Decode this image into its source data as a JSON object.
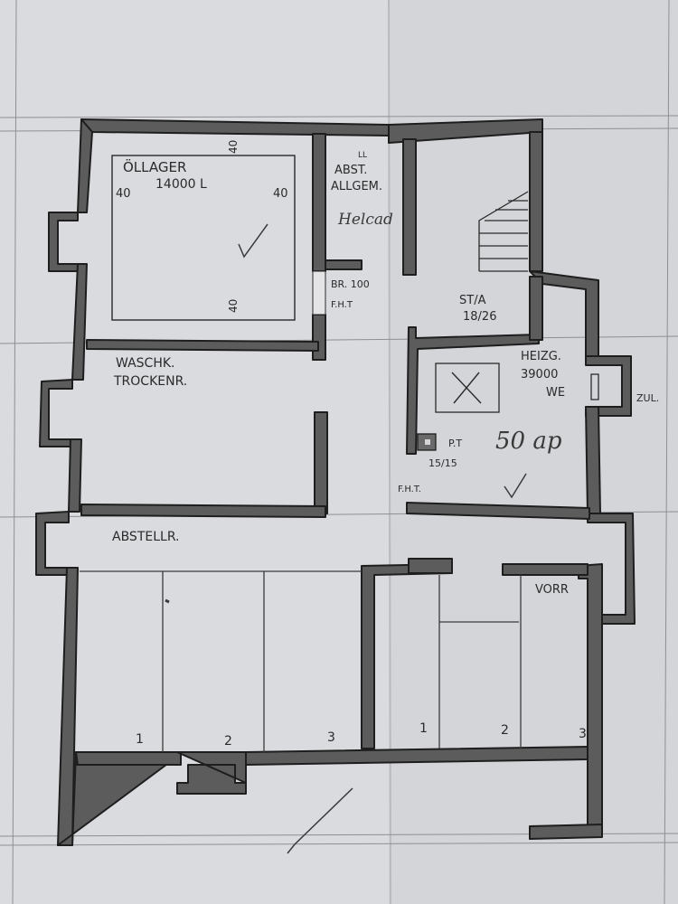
{
  "rooms": {
    "oil_storage": {
      "name": "ÖLLAGER",
      "capacity": "14000 L",
      "dim_left": "40",
      "dim_right": "40",
      "dim_top": "40",
      "dim_bottom": "40"
    },
    "general_storage": {
      "name_line1": "ABST.",
      "name_line2": "ALLGEM.",
      "handwritten": "Helcad",
      "marker": "LL"
    },
    "opening_note": {
      "line1": "BR. 100",
      "line2": "F.H.T"
    },
    "stairs": {
      "line1": "ST/A",
      "line2": "18/26"
    },
    "laundry": {
      "line1": "WASCHK.",
      "line2": "TROCKENR."
    },
    "boiler": {
      "line1": "HEIZG.",
      "line2": "39000",
      "line3": "WE",
      "chimney_line1": "P.T",
      "chimney_line2": "15/15",
      "handwritten": "50 ap",
      "vent": "ZUL."
    },
    "storage": {
      "name": "ABSTELLR."
    },
    "fht_label": "F.H.T.",
    "vorr": "VORR",
    "cubicles": [
      "1",
      "2",
      "3",
      "1",
      "2",
      "3"
    ]
  },
  "colors": {
    "wall_fill": "#5c5c5c",
    "wall_stroke": "#1e1e1e",
    "paper": "#d7d8dc",
    "ink": "#2a2a2a"
  }
}
